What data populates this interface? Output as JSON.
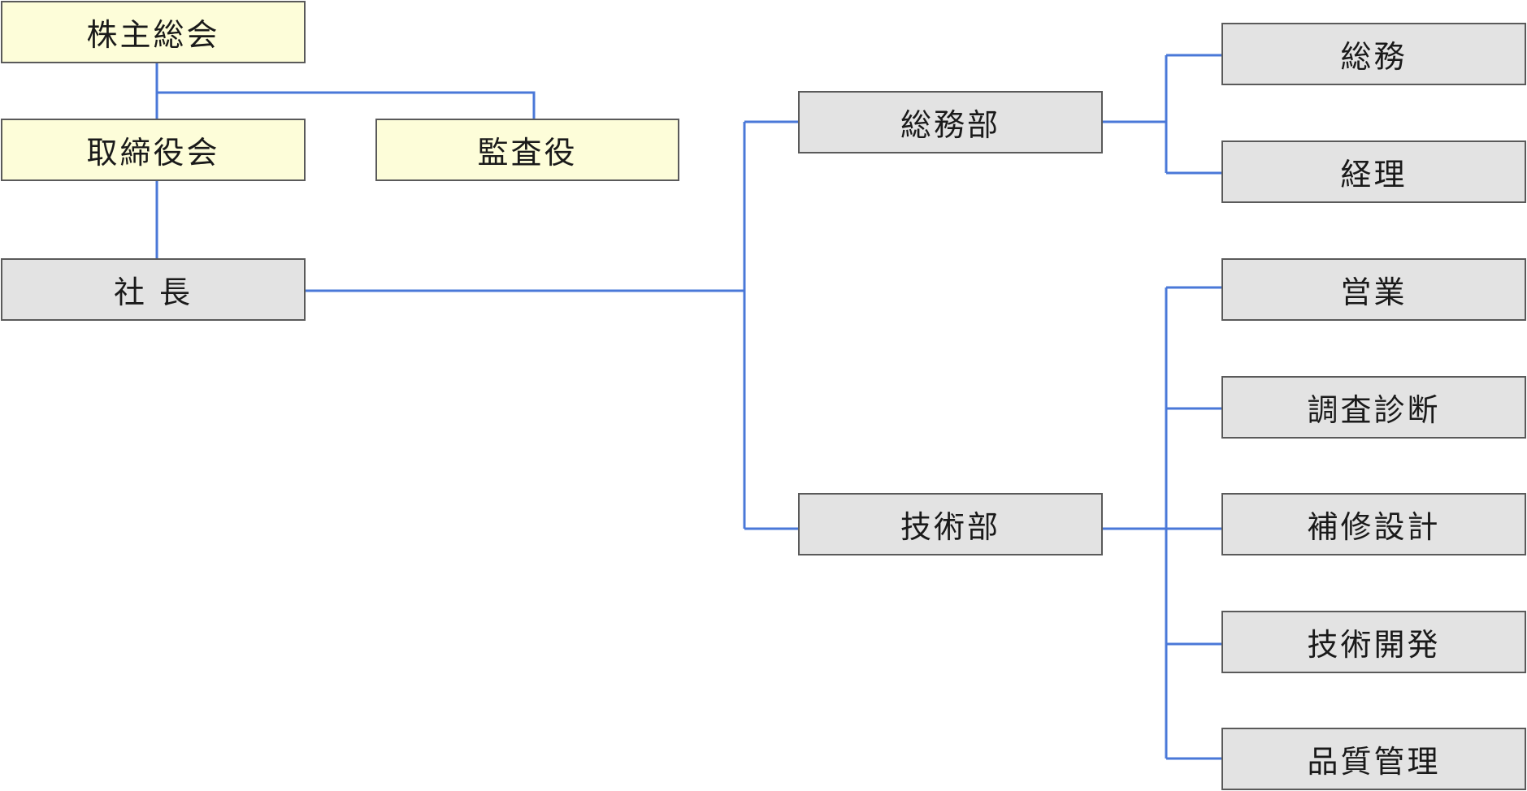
{
  "governance": {
    "shareholders": "株主総会",
    "board": "取締役会",
    "auditor": "監査役"
  },
  "president": "社 長",
  "divisions": {
    "general_affairs": {
      "label": "総務部",
      "sections": [
        "総務",
        "経理"
      ]
    },
    "engineering": {
      "label": "技術部",
      "sections": [
        "営業",
        "調査診断",
        "補修設計",
        "技術開発",
        "品質管理"
      ]
    }
  },
  "colors": {
    "executive_fill": "#fdfdd9",
    "department_fill": "#e3e3e3",
    "border": "#5a5a5a",
    "connector": "#4a78d8"
  }
}
